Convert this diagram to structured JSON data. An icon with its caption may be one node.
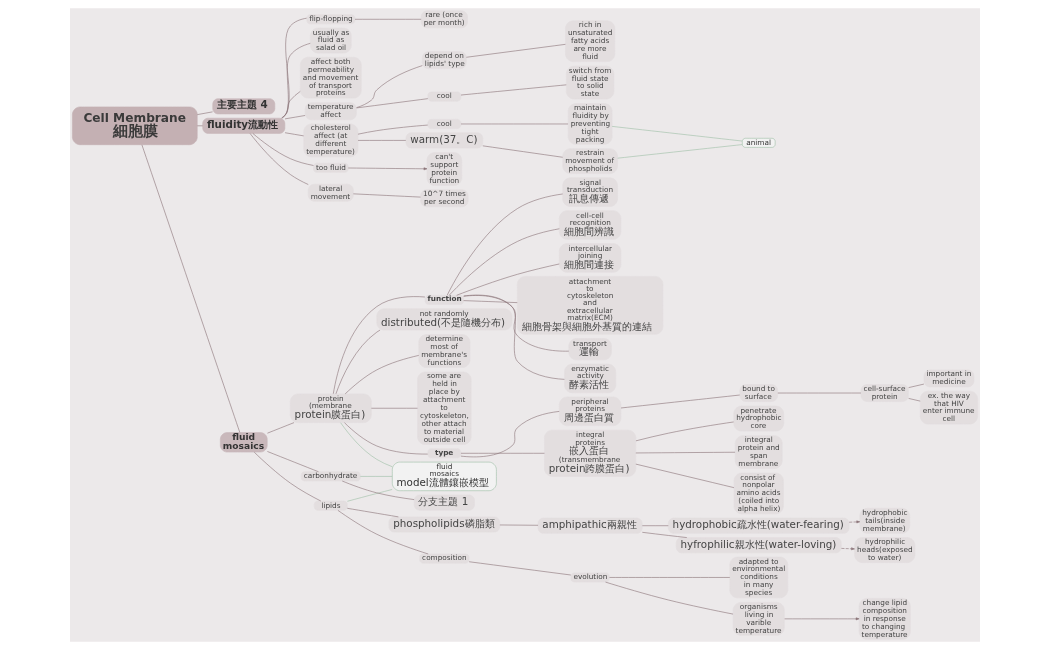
{
  "diagram": {
    "nodes": [
      {
        "text": [
          "主要主題 4"
        ]
      },
      {
        "text": [
          "Cell Membrane",
          "細胞膜"
        ]
      },
      {
        "text": [
          "fluidity流動性"
        ]
      },
      {
        "text": [
          "fluid mosaics"
        ]
      },
      {
        "text": [
          "lateral movement"
        ]
      },
      {
        "text": [
          "10^7 times per second"
        ]
      },
      {
        "text": [
          "flip-flopping"
        ]
      },
      {
        "text": [
          "rare (once per month)"
        ]
      },
      {
        "text": [
          "usually as fluid as salad oil"
        ]
      },
      {
        "text": [
          "affect both permeability and movement of transport proteins"
        ]
      },
      {
        "text": [
          "temperature affect"
        ]
      },
      {
        "text": [
          "cool"
        ]
      },
      {
        "text": [
          "switch from fluid state to solid state"
        ]
      },
      {
        "text": [
          "depend on lipids' type"
        ]
      },
      {
        "text": [
          "rich in unsaturated fatty acids are more fluid"
        ]
      },
      {
        "text": [
          "cholesterol affect (at different temperature)"
        ]
      },
      {
        "text": [
          "warm(37。C)"
        ]
      },
      {
        "text": [
          "restrain movement of phospholids"
        ]
      },
      {
        "text": [
          "cool"
        ]
      },
      {
        "text": [
          "maintain fluidity by preventing tight packing"
        ]
      },
      {
        "text": [
          "animal"
        ]
      },
      {
        "text": [
          "too fluid"
        ]
      },
      {
        "text": [
          "can't support protein function"
        ]
      },
      {
        "text": [
          "lipids"
        ]
      },
      {
        "text": [
          "phospholipids磷脂類"
        ]
      },
      {
        "text": [
          "amphipathic兩親性"
        ]
      },
      {
        "text": [
          "hydrophobic疏水性(water-fearing)"
        ]
      },
      {
        "text": [
          "hydrophobic tails(inside membrane)"
        ]
      },
      {
        "text": [
          "hyfrophilic親水性(water-loving)"
        ]
      },
      {
        "text": [
          "hydrophilic heads(exposed to water)"
        ]
      },
      {
        "text": [
          "composition"
        ]
      },
      {
        "text": [
          "evolution"
        ]
      },
      {
        "text": [
          "adapted to environmental conditions in many species"
        ]
      },
      {
        "text": [
          "organisms living in varible temperature"
        ]
      },
      {
        "text": [
          "change lipid composition in response to changing  temperature"
        ]
      },
      {
        "text": [
          "protein (membrane protein膜蛋白)"
        ]
      },
      {
        "text": [
          "not randomly distributed(不是隨機分布)"
        ]
      },
      {
        "text": [
          "determine most of membrane's functions"
        ]
      },
      {
        "text": [
          "some are held in place by attachment to cytoskeleton, other attach to material outside cell"
        ]
      },
      {
        "text": [
          "type"
        ]
      },
      {
        "text": [
          "peripheral proteins 周邊蛋白質"
        ]
      },
      {
        "text": [
          "bound to surface"
        ]
      },
      {
        "text": [
          "cell-surface protein"
        ]
      },
      {
        "text": [
          "important in medicine"
        ]
      },
      {
        "text": [
          "ex. the way that HIV enter immune cell"
        ]
      },
      {
        "text": [
          "integral proteins 嵌入蛋白 (transmembrane protein跨膜蛋白)"
        ]
      },
      {
        "text": [
          "penetrate hydrophobic core"
        ]
      },
      {
        "text": [
          "integral protein and span membrane"
        ]
      },
      {
        "text": [
          "consist of  nonpolar amino acids (coiled into alpha helix)"
        ]
      },
      {
        "text": [
          "function"
        ]
      },
      {
        "text": [
          "transport 運輸"
        ]
      },
      {
        "text": [
          "enzymatic activity 酵素活性"
        ]
      },
      {
        "text": [
          "signal transduction 訊息傳遞"
        ]
      },
      {
        "text": [
          "cell-cell recognition 細胞間辨識"
        ]
      },
      {
        "text": [
          "intercellular joining 細胞間連接"
        ]
      },
      {
        "text": [
          "attachment to cytoskeleton and extracellular matrix(ECM) 細胞骨架與細胞外基質的連結"
        ]
      },
      {
        "text": [
          "carbonhydrate"
        ]
      },
      {
        "text": [
          "分支主題 1"
        ]
      },
      {
        "text": [
          "fluid mosaics model流體鑲嵌模型"
        ]
      }
    ],
    "edges": [
      {
        "from": 1,
        "to": 0,
        "arrow": "none"
      },
      {
        "from": 1,
        "to": 2,
        "arrow": "none"
      },
      {
        "from": 1,
        "to": 3,
        "arrow": "none"
      },
      {
        "from": 2,
        "to": 4,
        "arrow": "none"
      },
      {
        "from": 4,
        "to": 5,
        "arrow": "none"
      },
      {
        "from": 2,
        "to": 6,
        "arrow": "none"
      },
      {
        "from": 6,
        "to": 7,
        "arrow": "none"
      },
      {
        "from": 2,
        "to": 8,
        "arrow": "none"
      },
      {
        "from": 2,
        "to": 9,
        "arrow": "none"
      },
      {
        "from": 2,
        "to": 10,
        "arrow": "none"
      },
      {
        "from": 10,
        "to": 11,
        "arrow": "none"
      },
      {
        "from": 11,
        "to": 12,
        "arrow": "none"
      },
      {
        "from": 10,
        "to": 13,
        "arrow": "none"
      },
      {
        "from": 13,
        "to": 14,
        "arrow": "none"
      },
      {
        "from": 2,
        "to": 15,
        "arrow": "none"
      },
      {
        "from": 15,
        "to": 16,
        "arrow": "none"
      },
      {
        "from": 16,
        "to": 17,
        "arrow": "none"
      },
      {
        "from": 15,
        "to": 18,
        "arrow": "none"
      },
      {
        "from": 18,
        "to": 19,
        "arrow": "none"
      },
      {
        "from": 17,
        "to": 20,
        "arrow": "none",
        "color": "#9dbfa5"
      },
      {
        "from": 19,
        "to": 20,
        "arrow": "none",
        "color": "#9dbfa5"
      },
      {
        "from": 2,
        "to": 21,
        "arrow": "none"
      },
      {
        "from": 21,
        "to": 22,
        "arrow": "to"
      },
      {
        "from": 3,
        "to": 23,
        "arrow": "none"
      },
      {
        "from": 23,
        "to": 24,
        "arrow": "none"
      },
      {
        "from": 24,
        "to": 25,
        "arrow": "none"
      },
      {
        "from": 25,
        "to": 26,
        "arrow": "none"
      },
      {
        "from": 26,
        "to": 27,
        "arrow": "to",
        "style": "dashed"
      },
      {
        "from": 25,
        "to": 28,
        "arrow": "none"
      },
      {
        "from": 28,
        "to": 29,
        "arrow": "to",
        "style": "dashed"
      },
      {
        "from": 23,
        "to": 30,
        "arrow": "none"
      },
      {
        "from": 30,
        "to": 31,
        "arrow": "none"
      },
      {
        "from": 31,
        "to": 32,
        "arrow": "none"
      },
      {
        "from": 31,
        "to": 33,
        "arrow": "none"
      },
      {
        "from": 33,
        "to": 34,
        "arrow": "to"
      },
      {
        "from": 3,
        "to": 35,
        "arrow": "none"
      },
      {
        "from": 35,
        "to": 36,
        "arrow": "none"
      },
      {
        "from": 35,
        "to": 37,
        "arrow": "none"
      },
      {
        "from": 35,
        "to": 38,
        "arrow": "none"
      },
      {
        "from": 35,
        "to": 39,
        "arrow": "none"
      },
      {
        "from": 39,
        "to": 40,
        "arrow": "none"
      },
      {
        "from": 40,
        "to": 41,
        "arrow": "none"
      },
      {
        "from": 41,
        "to": 42,
        "arrow": "none"
      },
      {
        "from": 42,
        "to": 43,
        "arrow": "none"
      },
      {
        "from": 42,
        "to": 44,
        "arrow": "none"
      },
      {
        "from": 39,
        "to": 45,
        "arrow": "none"
      },
      {
        "from": 45,
        "to": 46,
        "arrow": "none"
      },
      {
        "from": 45,
        "to": 47,
        "arrow": "none"
      },
      {
        "from": 45,
        "to": 48,
        "arrow": "none"
      },
      {
        "from": 35,
        "to": 49,
        "arrow": "none"
      },
      {
        "from": 49,
        "to": 50,
        "arrow": "none"
      },
      {
        "from": 49,
        "to": 51,
        "arrow": "none"
      },
      {
        "from": 49,
        "to": 52,
        "arrow": "none"
      },
      {
        "from": 49,
        "to": 53,
        "arrow": "none"
      },
      {
        "from": 49,
        "to": 54,
        "arrow": "none"
      },
      {
        "from": 49,
        "to": 55,
        "arrow": "none"
      },
      {
        "from": 3,
        "to": 56,
        "arrow": "none"
      },
      {
        "from": 56,
        "to": 57,
        "arrow": "none"
      },
      {
        "from": 23,
        "to": 58,
        "arrow": "none",
        "color": "#9dbfa5"
      },
      {
        "from": 35,
        "to": 58,
        "arrow": "none",
        "color": "#9dbfa5"
      },
      {
        "from": 56,
        "to": 58,
        "arrow": "none",
        "color": "#9dbfa5"
      }
    ]
  }
}
